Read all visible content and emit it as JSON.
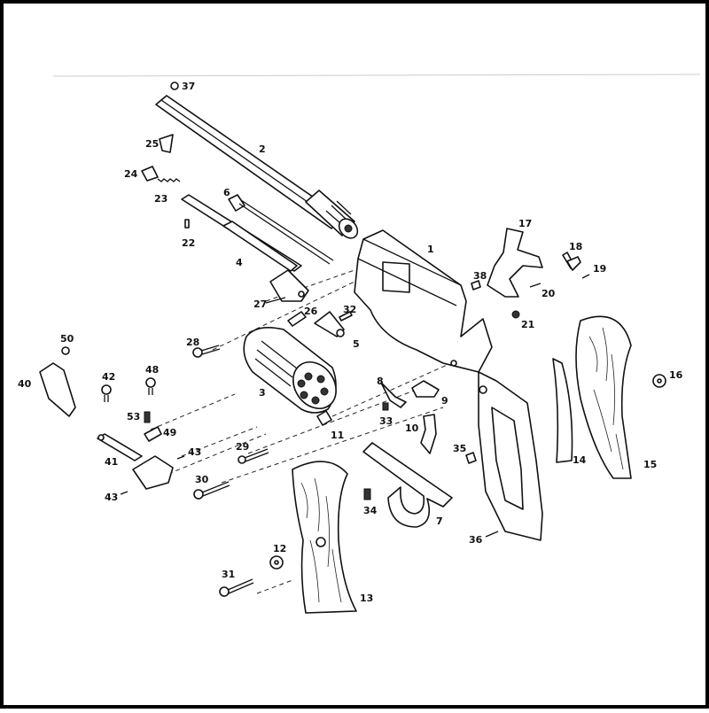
{
  "diagram": {
    "part_labels": [
      "1",
      "2",
      "3",
      "4",
      "5",
      "6",
      "7",
      "8",
      "9",
      "10",
      "11",
      "12",
      "13",
      "14",
      "15",
      "16",
      "17",
      "18",
      "19",
      "20",
      "21",
      "22",
      "23",
      "24",
      "25",
      "26",
      "27",
      "28",
      "29",
      "30",
      "31",
      "32",
      "33",
      "34",
      "35",
      "36",
      "37",
      "38",
      "40",
      "41",
      "42",
      "43",
      "43",
      "48",
      "49",
      "50",
      "53"
    ]
  },
  "colors": {
    "ink": "#111111",
    "background": "#ffffff",
    "frame": "#000000"
  }
}
